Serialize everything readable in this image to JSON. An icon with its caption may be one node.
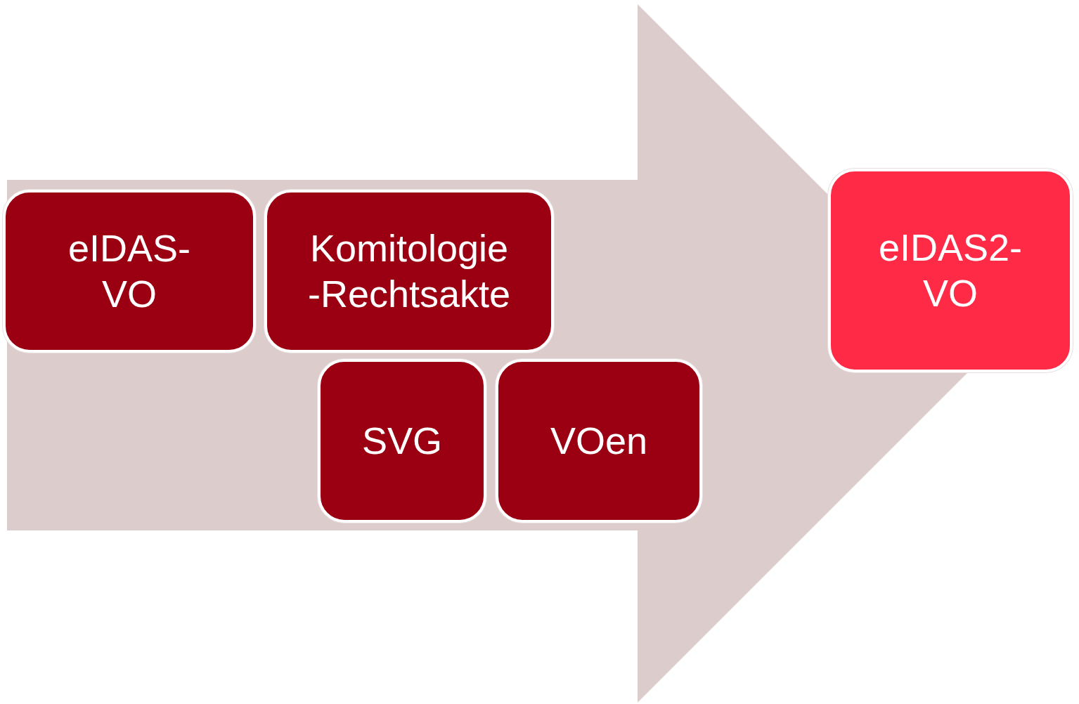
{
  "diagram": {
    "nodes": [
      {
        "text": [],
        "shape": "arrow"
      },
      {
        "text": [
          "eIDAS- VO"
        ],
        "in": 0
      },
      {
        "text": [
          "Komitologie -Rechtsakte"
        ],
        "in": 0
      },
      {
        "text": [
          "SVG"
        ],
        "in": 0
      },
      {
        "text": [
          "VOen"
        ],
        "in": 0
      },
      {
        "text": [
          "eIDAS2- VO"
        ]
      }
    ]
  }
}
